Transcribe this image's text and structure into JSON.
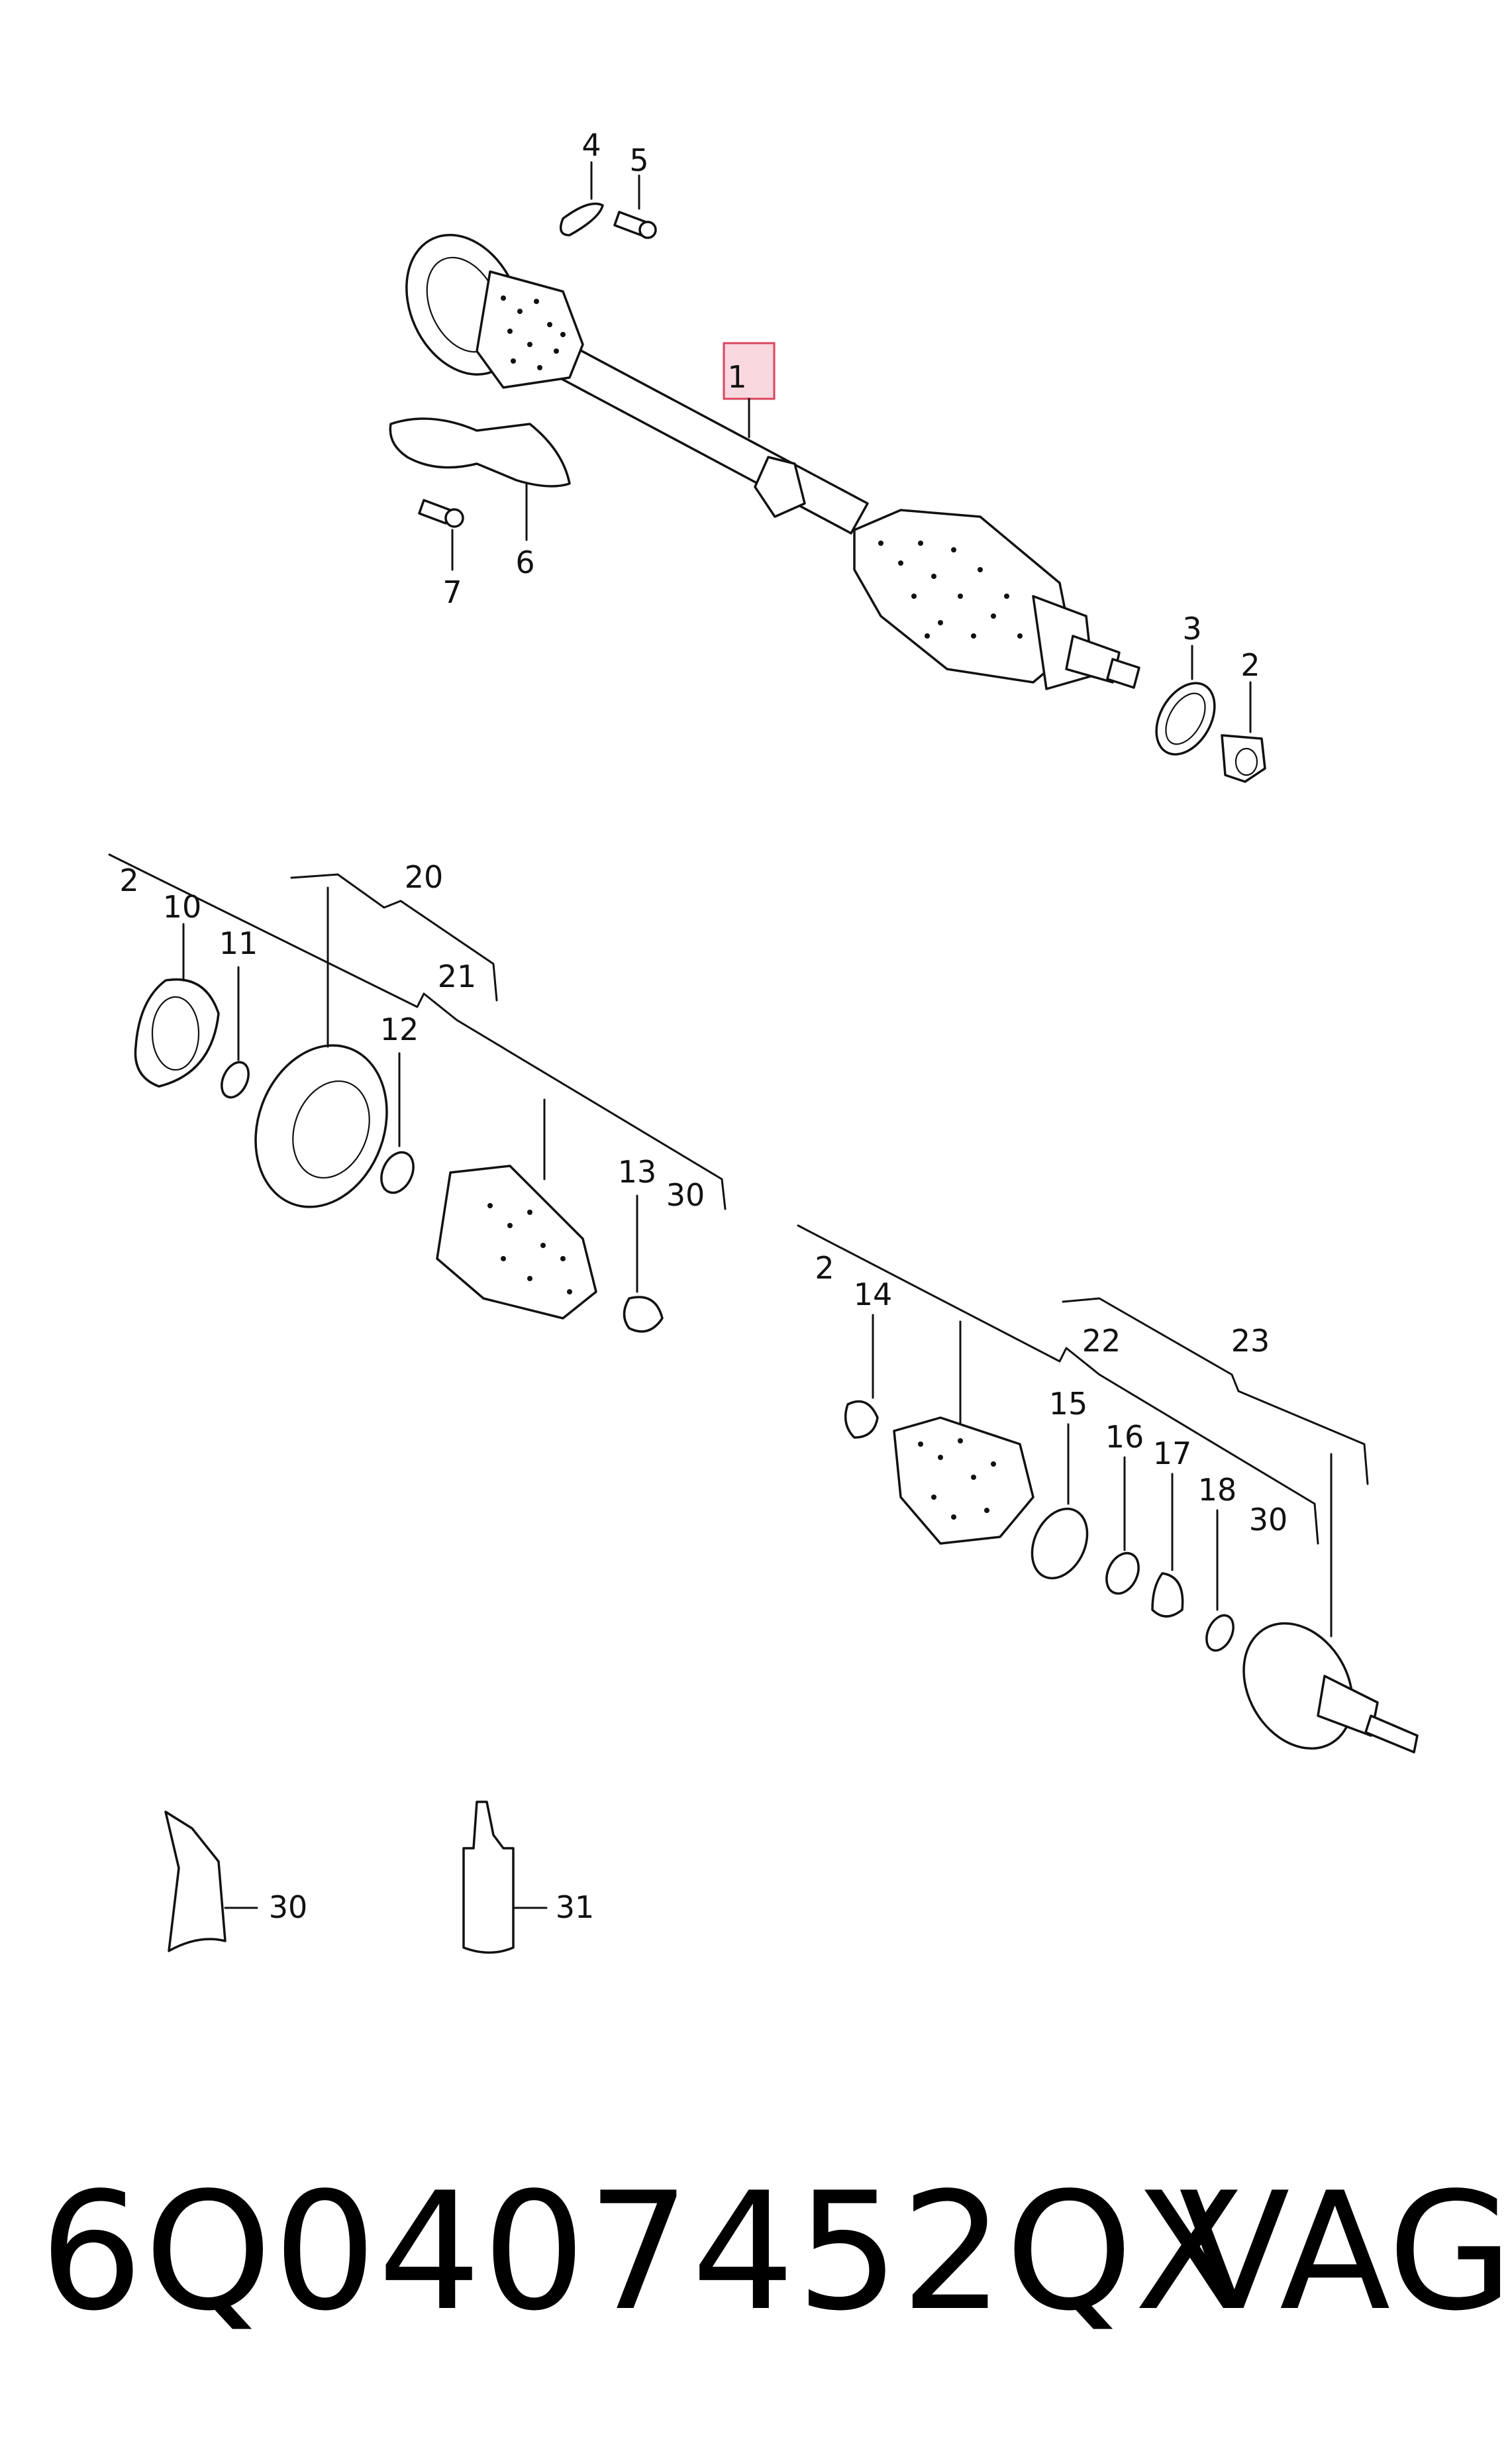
{
  "part_number": "6Q0407452QX",
  "brand": "VAG",
  "callouts": [
    "1",
    "2",
    "3",
    "4",
    "5",
    "6",
    "7",
    "2",
    "10",
    "11",
    "20",
    "21",
    "12",
    "13",
    "30",
    "2",
    "14",
    "22",
    "23",
    "15",
    "16",
    "17",
    "18",
    "30",
    "30",
    "31"
  ]
}
